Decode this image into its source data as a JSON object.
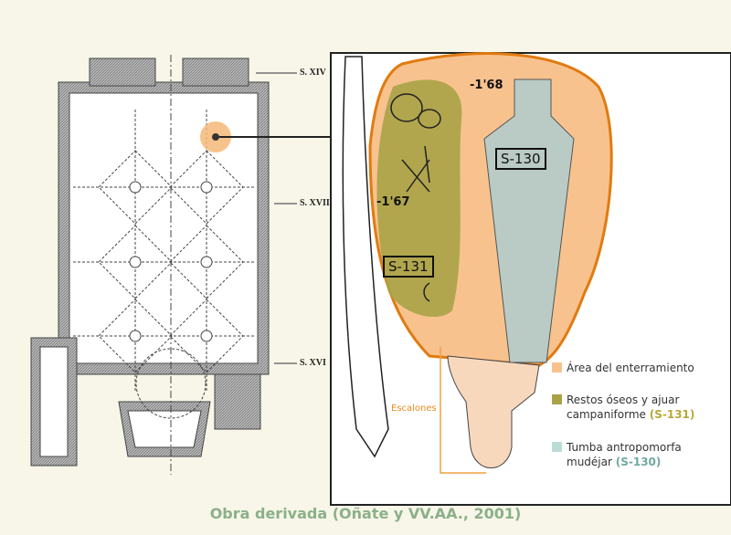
{
  "plan": {
    "centuries": [
      "S. XIV",
      "S. XVII",
      "S. XVI"
    ]
  },
  "detail": {
    "depth_top": "-1'68",
    "depth_left": "-1'67",
    "tomb_label": "S-130",
    "remains_label": "S-131",
    "steps_label": "Escalones"
  },
  "legend": [
    {
      "text": "Área del enterramiento",
      "ref": "",
      "color": "#f8c28e"
    },
    {
      "text": "Restos óseos y ajuar campaniforme",
      "ref": "(S-131)",
      "color": "#a9a347"
    },
    {
      "text": "Tumba antropomorfa mudéjar",
      "ref": "(S-130)",
      "color": "#b9ddd6"
    }
  ],
  "caption": "Obra derivada (Oñate y VV.AA., 2001)"
}
